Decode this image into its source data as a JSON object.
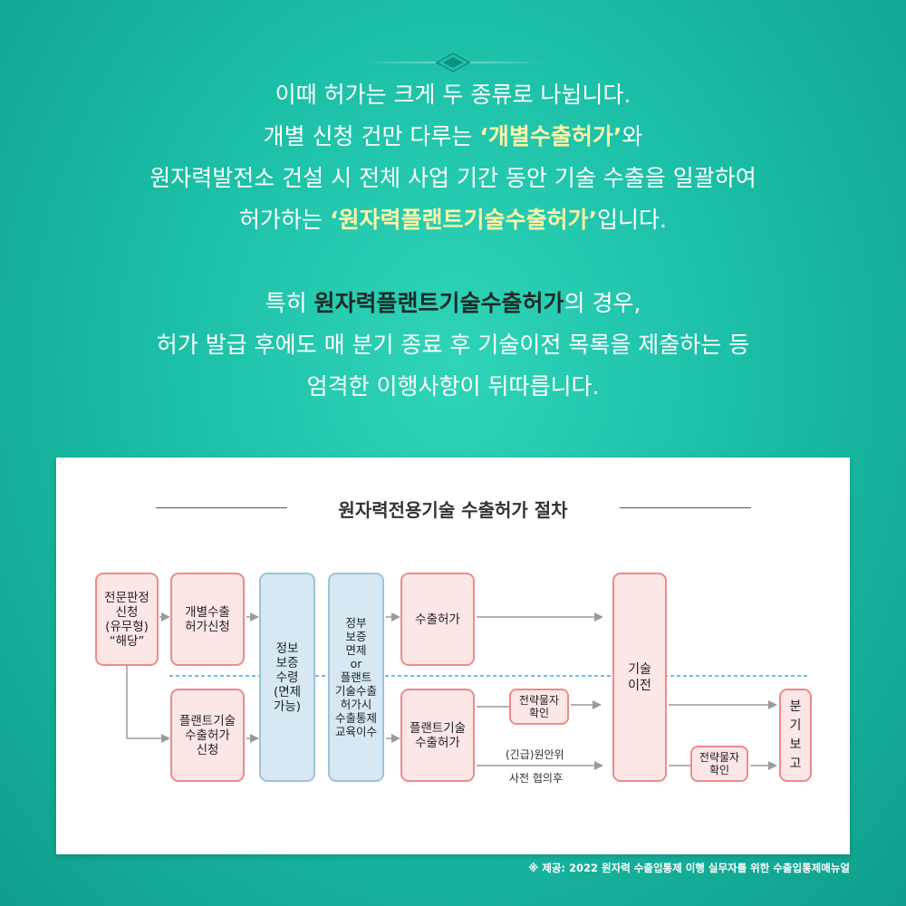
{
  "intro": {
    "p1_l1": "이때 허가는 크게 두 종류로 나뉩니다.",
    "p1_l2_pre": "개별 신청 건만 다루는 ",
    "p1_l2_hl": "‘개별수출허가’",
    "p1_l2_post": "와",
    "p1_l3": "원자력발전소 건설 시 전체 사업 기간 동안 기술 수출을 일괄하여",
    "p1_l4_pre": "허가하는 ",
    "p1_l4_hl": "‘원자력플랜트기술수출허가’",
    "p1_l4_post": "입니다.",
    "p2_l1_pre": "특히 ",
    "p2_l1_hl": "원자력플랜트기술수출허가",
    "p2_l1_post": "의 경우,",
    "p2_l2": "허가 발급 후에도 매 분기 종료 후 기술이전 목록을 제출하는 등",
    "p2_l3": "엄격한 이행사항이 뒤따릅니다."
  },
  "diagram": {
    "title": "원자력전용기술 수출허가 절차",
    "nodes": {
      "judgment": "전문판정\n신청\n(유무형)\n“해당”",
      "individual_apply": "개별수출\n허가신청",
      "plant_apply": "플랜트기술\n수출허가\n신청",
      "info_guarantee": "정보\n보증\n수령\n(면제\n가능)",
      "gov_guarantee": "정부\n보증\n면제\nor\n플랜트\n기술수출\n허가시\n수출통제\n교육이수",
      "export_permit": "수출허가",
      "plant_permit": "플랜트기술\n수출허가",
      "strategic_check_1": "전략물자\n확인",
      "tech_transfer": "기술\n이전",
      "strategic_check_2": "전략물자\n확인",
      "quarterly_report": "분\n기\n보\n고"
    },
    "labels": {
      "urgent": "(긴급)원안위",
      "prior": "사전 협의후"
    },
    "colors": {
      "pink_fill": "#fde6e6",
      "pink_border": "#ee8a8a",
      "blue_fill": "#d7e8f3",
      "blue_border": "#9cc4da",
      "divider": "#3fa9d6",
      "arrow": "#9a9a9a"
    }
  },
  "source": "※ 제공: 2022 원자력 수출입통제 이행 실무자를 위한 수출입통제매뉴얼"
}
